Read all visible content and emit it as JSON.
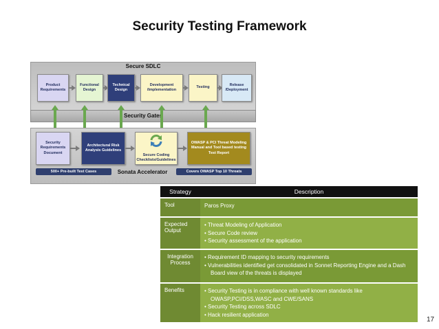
{
  "slide": {
    "title": "Security Testing Framework",
    "page_number": "17"
  },
  "diagram": {
    "secure_sdlc_label": "Secure SDLC",
    "security_gates_label": "Security Gates",
    "sonata_accelerator_label": "Sonata Accelerator",
    "sdlc_steps": [
      {
        "label": "Product Requirements",
        "color": "#d9d6f2"
      },
      {
        "label": "Functional Design",
        "color": "#e5f5d3"
      },
      {
        "label": "Technical Design",
        "color": "#2f3f7a"
      },
      {
        "label": "Development /Implementation",
        "color": "#fbf5c7"
      },
      {
        "label": "Testing",
        "color": "#fbf5c7"
      },
      {
        "label": "Release /Deployment",
        "color": "#d8e9f6"
      }
    ],
    "accelerators": [
      {
        "label": "Security Requirements Document",
        "color": "#d9d6f2"
      },
      {
        "label": "Architectural Risk Analysis Guidelines",
        "color": "#2f3f7a"
      },
      {
        "label": "Secure Coding Checklists/Guidelines",
        "color": "#fbf5c7"
      },
      {
        "label": "OWASP & PCI Threat Modeling Manual and Tool based testing Test Report",
        "color": "#a38a1e"
      }
    ],
    "bottom_left_label": "500+ Pre-built Test Cases",
    "bottom_right_label": "Covers OWASP Top 10 Threats"
  },
  "table": {
    "headers": [
      "Strategy",
      "Description"
    ],
    "rows": [
      {
        "strategy": "Tool",
        "description": [
          "Paros Proxy"
        ]
      },
      {
        "strategy": "Expected Output",
        "description": [
          "• Threat Modeling of Application",
          "• Secure Code review",
          "• Security assessment of the application"
        ]
      },
      {
        "strategy": "Integration Process",
        "description": [
          "• Requirement ID mapping to security requirements",
          "• Vulnerabilities identified get consolidated in Sonnet Reporting Engine and a Dash Board view of the threats is displayed"
        ]
      },
      {
        "strategy": "Benefits",
        "description": [
          "• Security Testing is in compliance with well known standards like OWASP,PCI/DSS,WASC and CWE/SANS",
          "• Security Testing across SDLC",
          "• Hack resilient application"
        ]
      }
    ]
  }
}
